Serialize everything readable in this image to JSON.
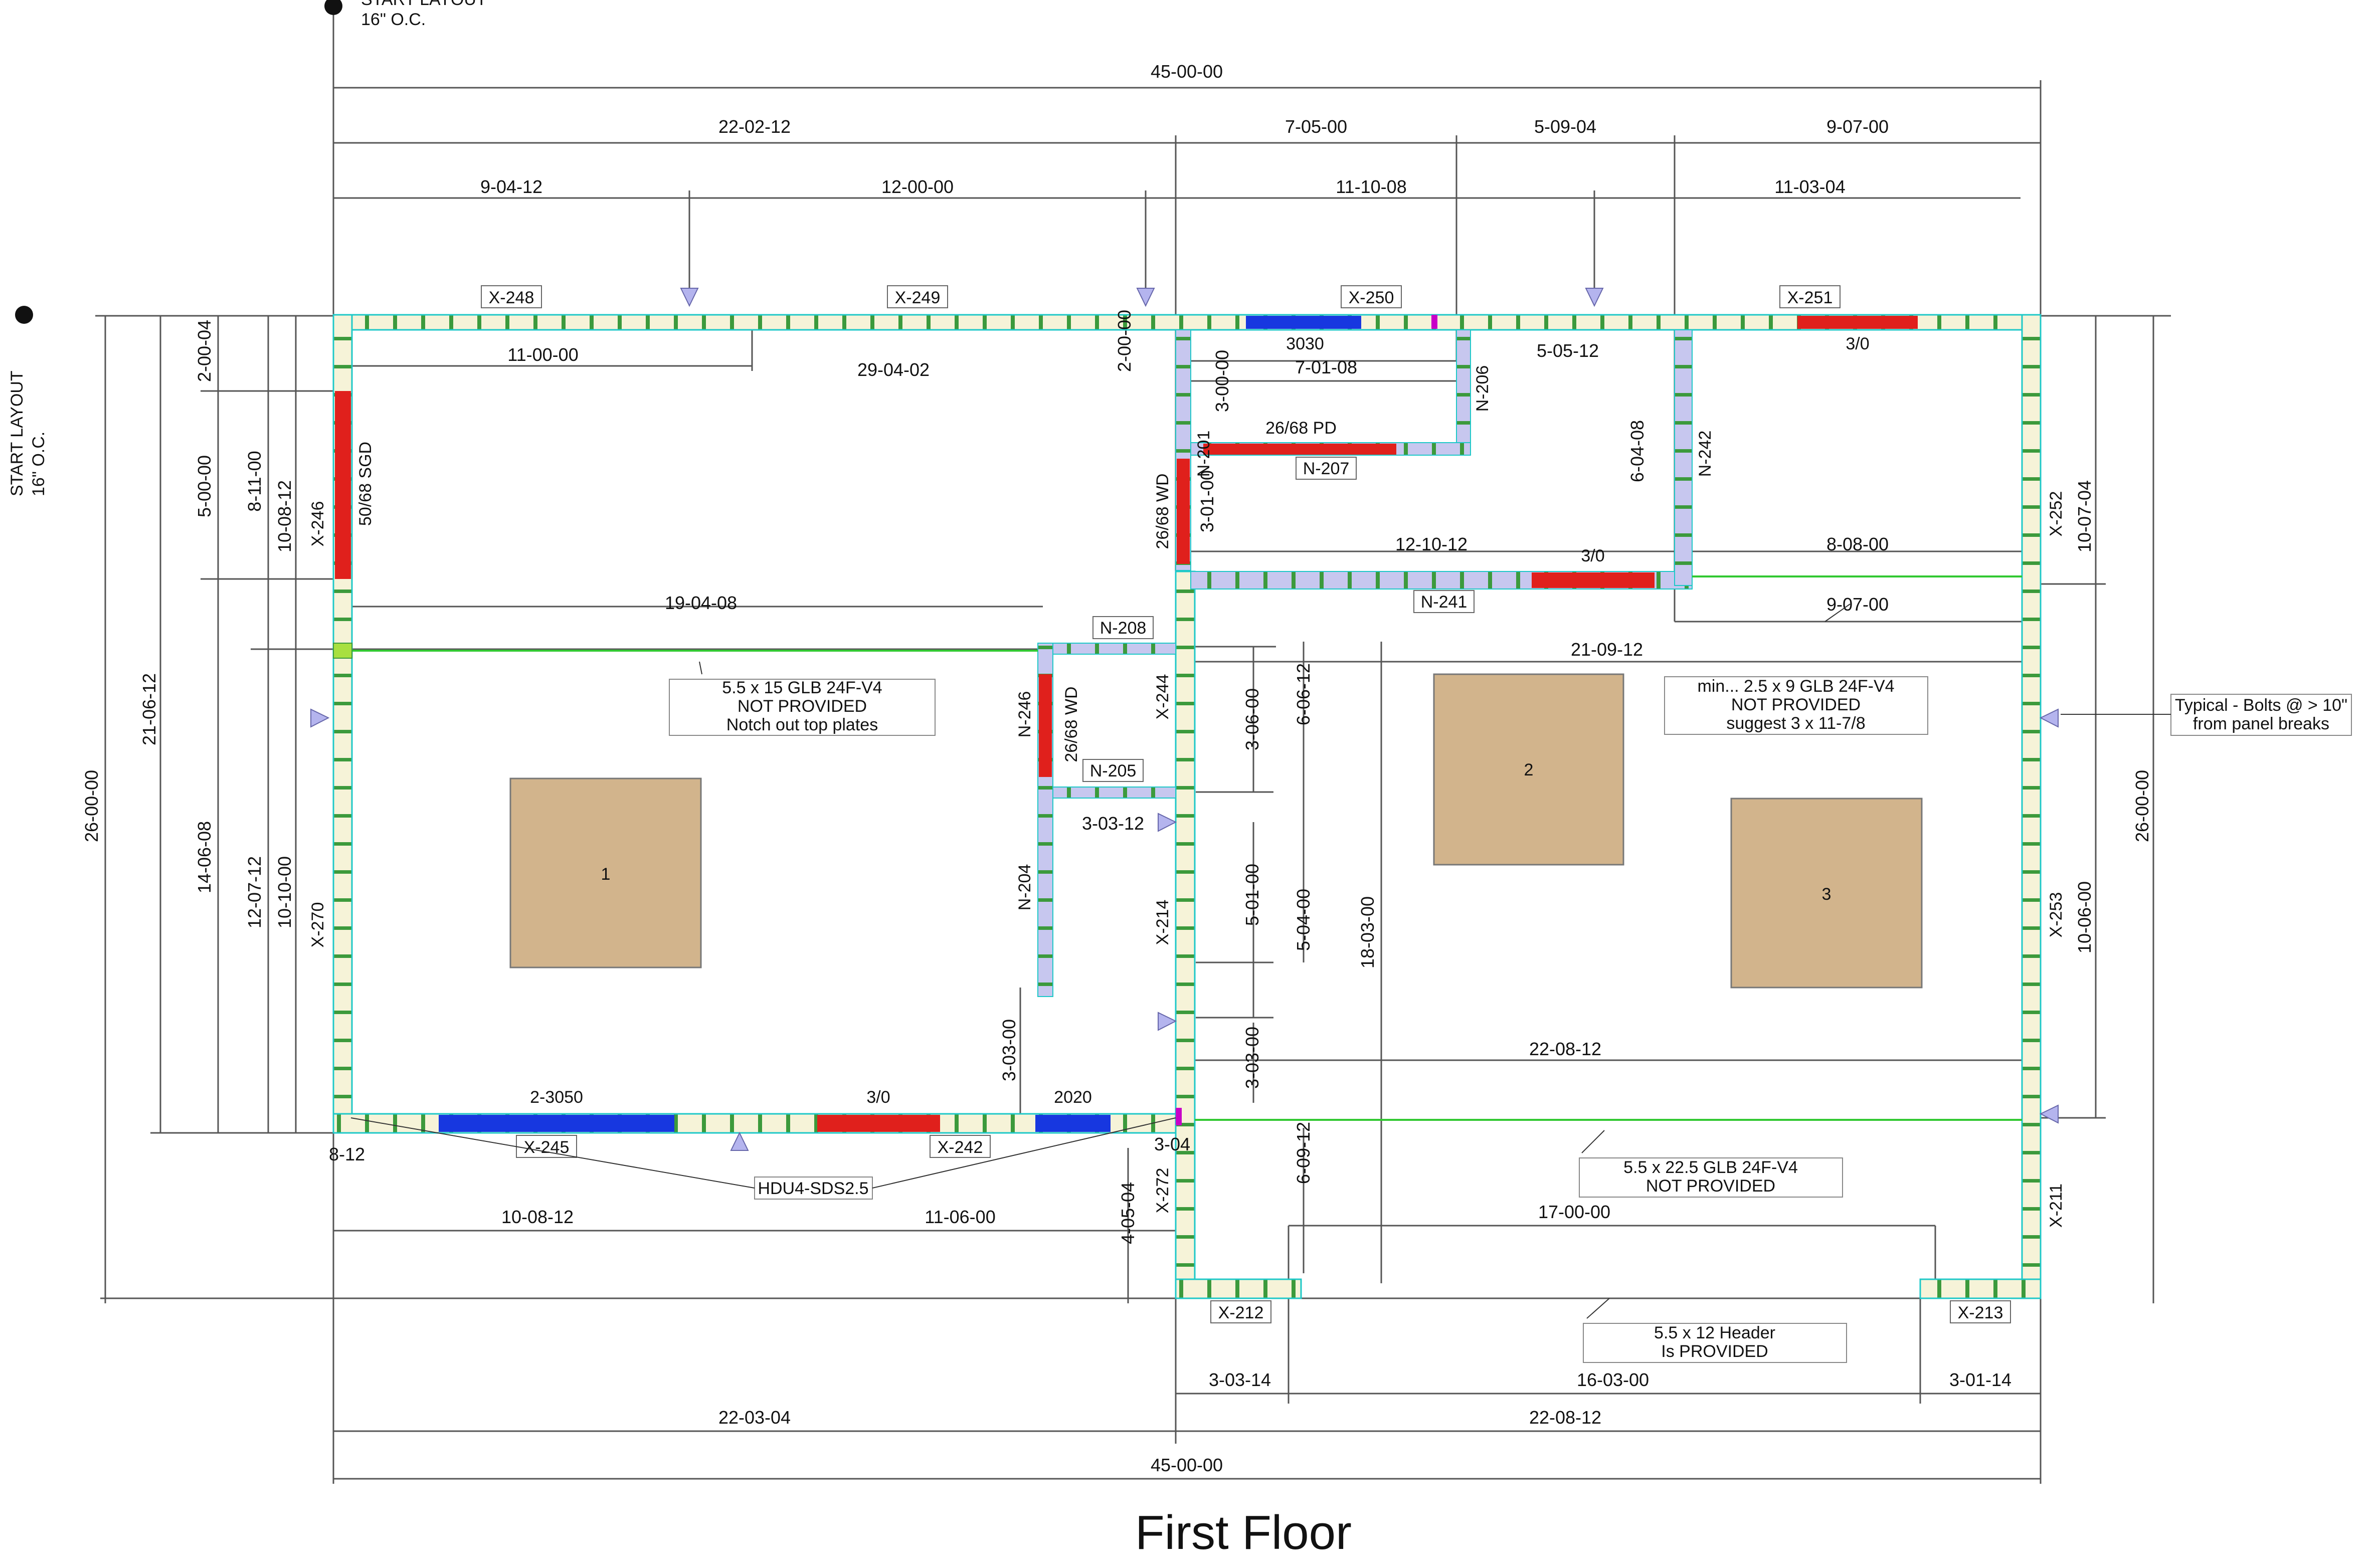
{
  "title": "First Floor",
  "start_layout": {
    "top_label": "START LAYOUT",
    "top_spacing": "16\" O.C.",
    "left_label": "START LAYOUT",
    "left_spacing": "16\" O.C."
  },
  "dimensions": {
    "top_overall": "45-00-00",
    "top_row2": [
      "22-02-12",
      "7-05-00",
      "5-09-04",
      "9-07-00"
    ],
    "top_row3": [
      "9-04-12",
      "12-00-00",
      "11-10-08",
      "11-03-04"
    ],
    "bottom_overall": "45-00-00",
    "bottom_row2": [
      "22-03-04",
      "22-08-12"
    ],
    "bottom_row1": [
      "3-03-14",
      "16-03-00",
      "3-01-14"
    ],
    "bottom_inner": [
      "10-08-12",
      "11-06-00",
      "17-00-00"
    ],
    "left": [
      "26-00-00",
      "21-06-12",
      "14-06-08",
      "12-07-12",
      "10-10-00",
      "5-00-00",
      "8-11-00",
      "10-08-12",
      "2-00-04"
    ],
    "right": [
      "26-00-00",
      "10-07-04",
      "10-06-00"
    ],
    "interior": [
      "11-00-00",
      "29-04-02",
      "19-04-08",
      "2-00-00",
      "3-00-00",
      "7-01-08",
      "5-05-12",
      "3-01-00",
      "6-04-08",
      "12-10-12",
      "8-08-00",
      "9-07-00",
      "21-09-12",
      "3-06-00",
      "6-06-12",
      "3-03-12",
      "5-01-00",
      "5-04-00",
      "18-03-00",
      "3-03-00",
      "3-03-00",
      "22-08-12",
      "6-09-12",
      "4-05-04",
      "3-04",
      "8-12"
    ]
  },
  "panels": {
    "exterior": [
      "X-248",
      "X-249",
      "X-250",
      "X-251",
      "X-246",
      "X-270",
      "X-252",
      "X-253",
      "X-211",
      "X-245",
      "X-242",
      "X-272",
      "X-212",
      "X-213",
      "X-244",
      "X-214"
    ],
    "interior": [
      "N-206",
      "N-207",
      "N-201",
      "N-242",
      "N-241",
      "N-208",
      "N-246",
      "N-205",
      "N-204"
    ]
  },
  "openings": [
    "3030",
    "3/0",
    "50/68 SGD",
    "26/68 PD",
    "26/68 WD",
    "3/0",
    "26/68 WD",
    "2-3050",
    "3/0",
    "2020"
  ],
  "rooms": [
    "1",
    "2",
    "3"
  ],
  "notes": {
    "beam_left": [
      "5.5 x 15 GLB 24F-V4",
      "NOT PROVIDED",
      "Notch out top plates"
    ],
    "beam_right": [
      "min... 2.5 x 9 GLB 24F-V4",
      "NOT PROVIDED",
      "suggest 3 x 11-7/8"
    ],
    "beam_bottom": [
      "5.5 x 22.5 GLB 24F-V4",
      "NOT PROVIDED"
    ],
    "header": [
      "5.5 x 12 Header",
      "Is PROVIDED"
    ],
    "bolts": [
      "Typical - Bolts @ > 10\"",
      "from panel breaks"
    ],
    "holdown": "HDU4-SDS2.5"
  },
  "colors": {
    "wall_ext": "#f6f3d8",
    "wall_int": "#c7c7ef",
    "stud": "#3c9a3c",
    "door": "#e0201c",
    "window": "#1737e0",
    "room": "#d2b48c",
    "beam_line": "#32c832",
    "panel_outline": "#1ec8c8",
    "arrow": "#b4b4ee"
  }
}
